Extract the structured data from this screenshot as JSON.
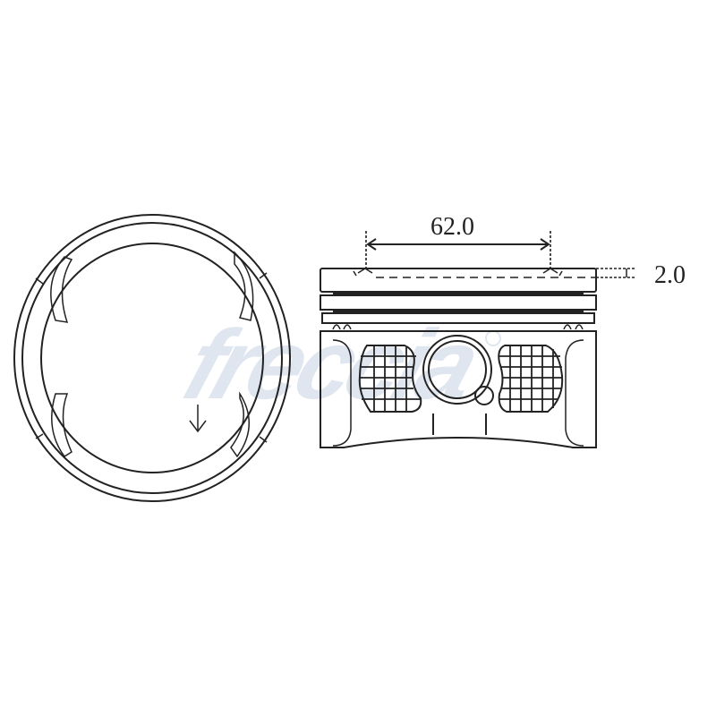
{
  "diagram": {
    "subject": "piston technical drawing",
    "views": [
      "top view",
      "side view"
    ],
    "dimensions": {
      "compression_height_width": "62.0",
      "crown_recess_depth": "2.0"
    },
    "watermark": {
      "text": "freccia",
      "registered_mark": "®",
      "color": "#dfe6ef"
    },
    "top_view_arrow": "↓",
    "line_color": "#222222",
    "background": "#ffffff"
  }
}
